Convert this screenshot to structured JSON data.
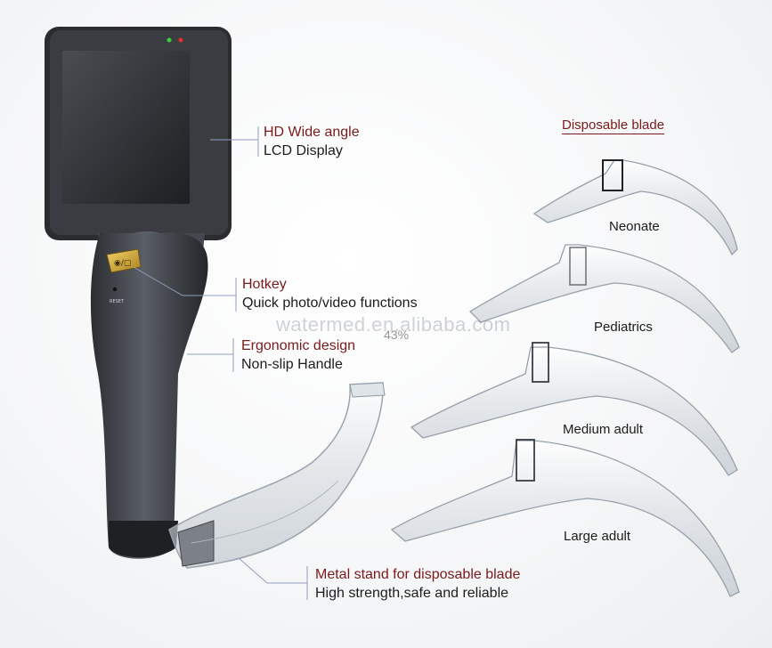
{
  "callouts": {
    "display": {
      "title": "HD Wide angle",
      "desc": "LCD Display"
    },
    "hotkey": {
      "title": "Hotkey",
      "desc": "Quick photo/video functions"
    },
    "handle": {
      "title": "Ergonomic design",
      "desc": "Non-slip Handle"
    },
    "stand": {
      "title": "Metal stand for disposable blade",
      "desc": "High strength,safe and reliable"
    }
  },
  "blades": {
    "title": "Disposable blade",
    "items": [
      "Neonate",
      "Pediatrics",
      "Medium adult",
      "Large adult"
    ]
  },
  "device": {
    "reset_label": "RESET"
  },
  "overlay": {
    "watermark": "watermed.en.alibaba.com",
    "zoom": "43%"
  },
  "colors": {
    "title": "#7a1a1a",
    "text": "#1c1c1c",
    "device": "#3a3d42",
    "leader": "#8f9fbf"
  }
}
